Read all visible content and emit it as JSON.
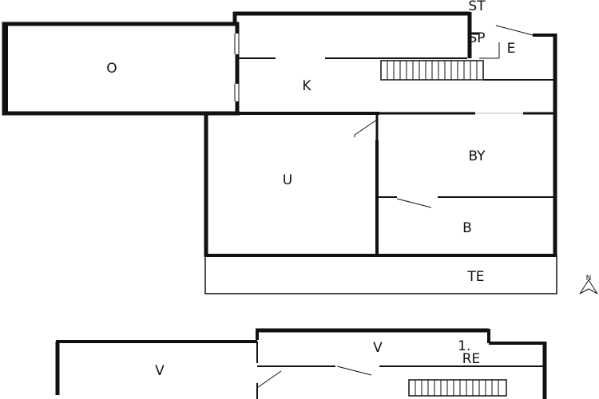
{
  "floorplan": {
    "labels": {
      "o": "O",
      "k": "K",
      "st": "ST",
      "sp": "SP",
      "e": "E",
      "u": "U",
      "by": "BY",
      "b": "B",
      "te": "TE",
      "v_left": "V",
      "v_center": "V",
      "one_re": "1.\nRE"
    },
    "north": "N",
    "colors": {
      "wall": "#111111",
      "background": "#ffffff"
    }
  }
}
